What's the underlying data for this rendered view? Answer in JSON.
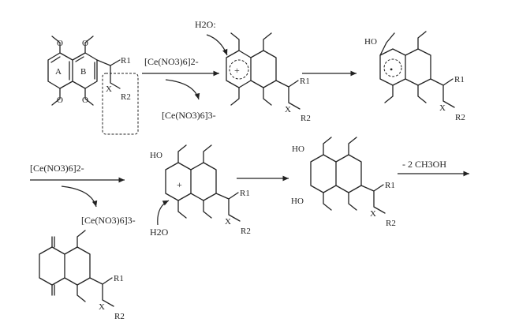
{
  "reagents": {
    "oxidant": "[Ce(NO3)6]2-",
    "reduced": "[Ce(NO3)6]3-",
    "oxidant_b": "[Ce(NO3)6]2-",
    "reduced_b": "[Ce(NO3)6]3-",
    "water_top": "H2O:",
    "water_bottom": "H2O",
    "elimination": "- 2 CH3OH"
  },
  "labels": {
    "ring_a": "A",
    "ring_b": "B",
    "r1": "R1",
    "r2": "R2",
    "x": "X",
    "ho": "HO",
    "o": "O",
    "plus": "+",
    "dot": "•"
  },
  "colors": {
    "ink": "#222222",
    "background": "#ffffff"
  }
}
